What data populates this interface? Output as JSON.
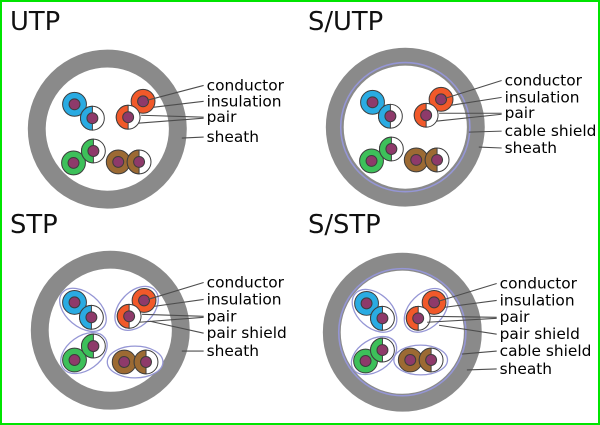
{
  "figure": {
    "panels": [
      {
        "id": "utp",
        "title": "UTP",
        "labels": [
          "conductor",
          "insulation",
          "pair",
          "sheath"
        ]
      },
      {
        "id": "sutp",
        "title": "S/UTP",
        "labels": [
          "conductor",
          "insulation",
          "pair",
          "cable shield",
          "sheath"
        ]
      },
      {
        "id": "stp",
        "title": "STP",
        "labels": [
          "conductor",
          "insulation",
          "pair",
          "pair shield",
          "sheath"
        ]
      },
      {
        "id": "sstp",
        "title": "S/STP",
        "labels": [
          "conductor",
          "insulation",
          "pair",
          "pair shield",
          "cable shield",
          "sheath"
        ]
      }
    ]
  },
  "colors": {
    "border-green": "#00e400",
    "sheath-gray": "#8a8a8a",
    "shield-violet": "#9596d5",
    "conductor-purple": "#8e3a6a",
    "wire-blue": "#2aabe2",
    "wire-orange": "#f1592a",
    "wire-green": "#3dc05a",
    "wire-brown": "#9c6a33",
    "leader-gray": "#4d4d4d"
  }
}
